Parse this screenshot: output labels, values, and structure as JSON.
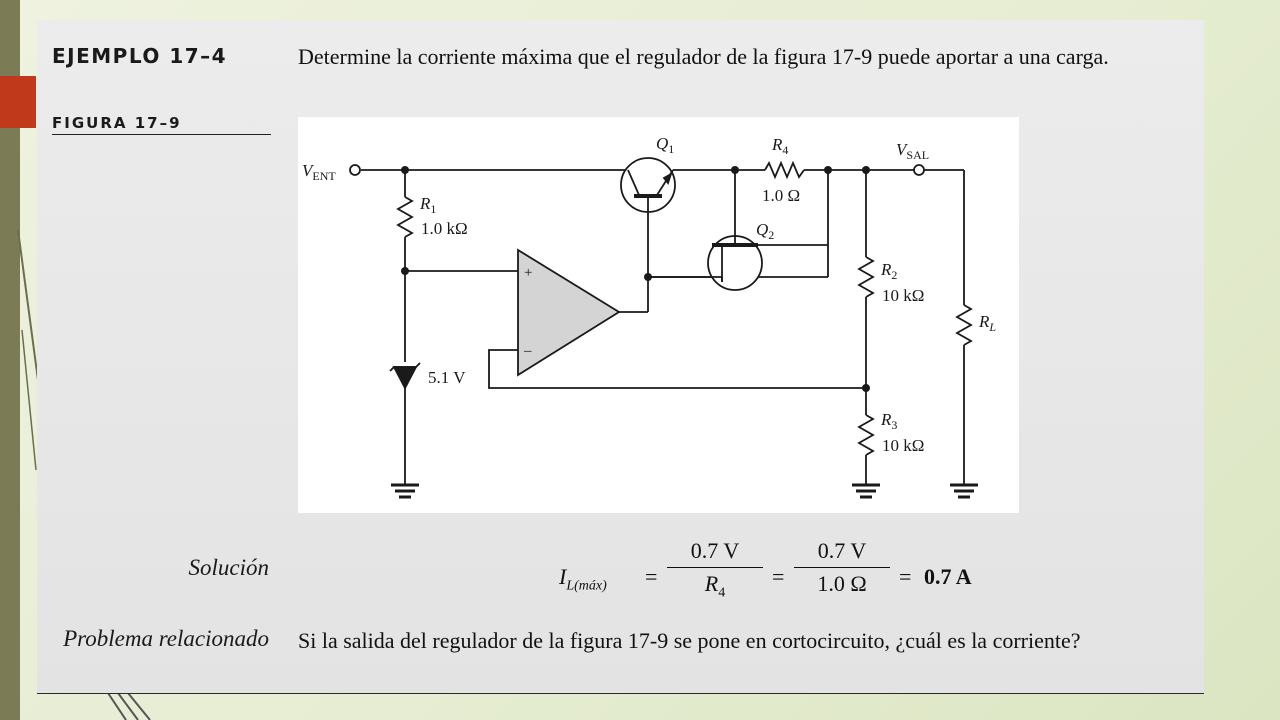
{
  "example": {
    "label": "EJEMPLO 17–4",
    "statement": "Determine la corriente máxima que el regulador de la figura 17-9 puede aportar a una carga."
  },
  "figure": {
    "label": "FIGURA 17–9",
    "components": {
      "vin": "ENT",
      "vout": "SAL",
      "r1_name": "R",
      "r1_sub": "1",
      "r1_value": "1.0 kΩ",
      "r4_name": "R",
      "r4_sub": "4",
      "r4_value": "1.0 Ω",
      "r2_name": "R",
      "r2_sub": "2",
      "r2_value": "10 kΩ",
      "r3_name": "R",
      "r3_sub": "3",
      "r3_value": "10 kΩ",
      "rl_name": "R",
      "rl_sub": "L",
      "q1_name": "Q",
      "q1_sub": "1",
      "q2_name": "Q",
      "q2_sub": "2",
      "zener_value": "5.1 V",
      "opamp_plus": "+",
      "opamp_minus": "–"
    }
  },
  "solution": {
    "label": "Solución",
    "formula": {
      "lhs": "I",
      "lhs_sub": "L(máx)",
      "eq1": "=",
      "frac1_num": "0.7 V",
      "frac1_den": "R",
      "frac1_den_sub": "4",
      "eq2": "=",
      "frac2_num": "0.7 V",
      "frac2_den": "1.0 Ω",
      "eq3": "=",
      "result": "0.7 A"
    }
  },
  "related_problem": {
    "label": "Problema relacionado",
    "text": "Si la salida del regulador de la figura 17-9 se pone en cortocircuito, ¿cuál es la corriente?"
  },
  "colors": {
    "slide_bg": "#e6e6e6",
    "left_bar": "#7b7c56",
    "accent": "#c0391b",
    "page_bg": "#e6edd2"
  }
}
